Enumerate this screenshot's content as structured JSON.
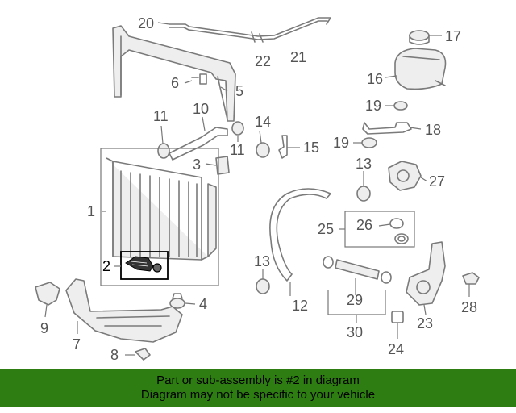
{
  "labels": {
    "p1": "1",
    "p2": "2",
    "p3": "3",
    "p4": "4",
    "p5": "5",
    "p6": "6",
    "p7": "7",
    "p8": "8",
    "p9": "9",
    "p10": "10",
    "p11a": "11",
    "p11b": "11",
    "p12": "12",
    "p13a": "13",
    "p13b": "13",
    "p14": "14",
    "p15": "15",
    "p16": "16",
    "p17": "17",
    "p18": "18",
    "p19a": "19",
    "p19b": "19",
    "p20": "20",
    "p21": "21",
    "p22": "22",
    "p23": "23",
    "p24": "24",
    "p25": "25",
    "p26": "26",
    "p27": "27",
    "p28": "28",
    "p29": "29",
    "p30": "30"
  },
  "highlighted_part": "2",
  "banner": {
    "line1": "Part or sub-assembly is #2 in diagram",
    "line2": "Diagram may not be specific to your vehicle"
  },
  "colors": {
    "banner": "#2e7d12",
    "highlight": "#000000",
    "line": "#7a7a7a"
  }
}
